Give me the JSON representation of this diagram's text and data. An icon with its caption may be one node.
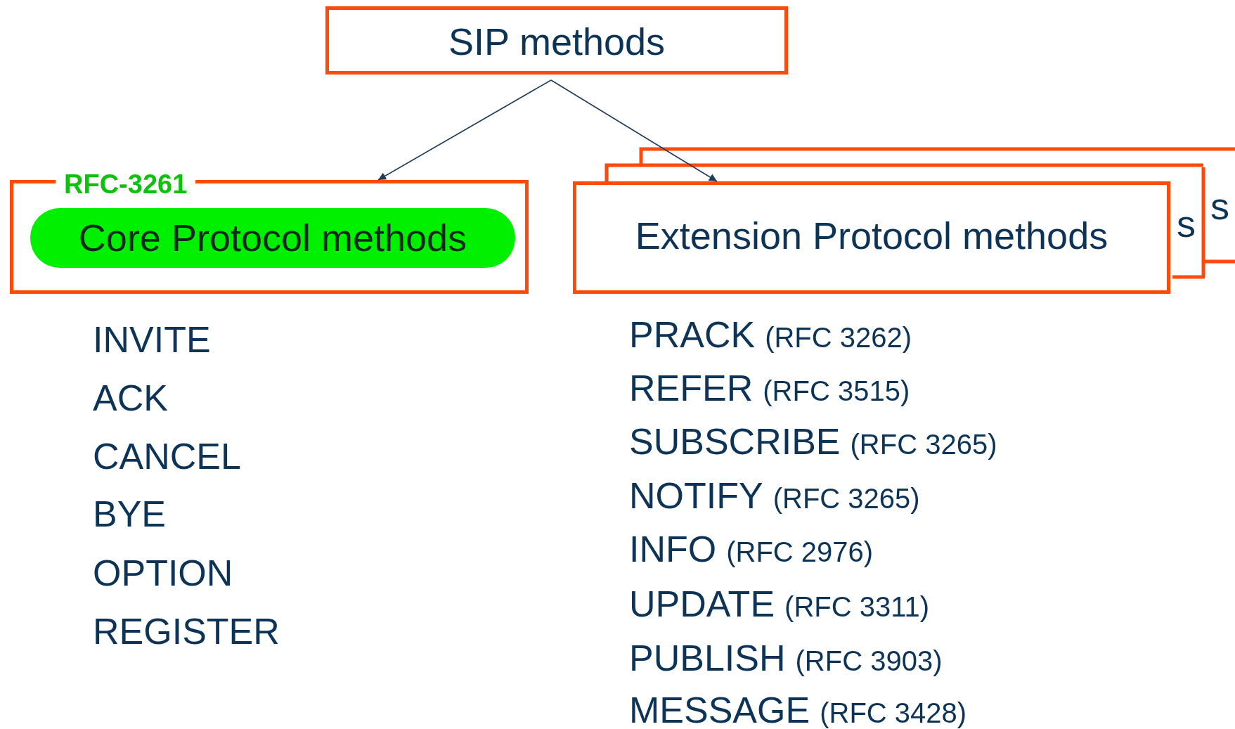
{
  "diagram": {
    "nodes": [
      {
        "text": [
          "SIP methods"
        ]
      },
      {
        "text": [
          "RFC-3261"
        ]
      },
      {
        "text": [
          "Core Protocol methods"
        ],
        "in": 1
      },
      {
        "text": [
          "Extension Protocol methods"
        ]
      }
    ],
    "edges": [
      {
        "from": 0,
        "to": 1,
        "arrow": "to"
      },
      {
        "from": 0,
        "to": 3,
        "arrow": "to"
      }
    ],
    "labels": [
      "s",
      "s",
      "INVITE",
      "ACK",
      "CANCEL",
      "BYE",
      "OPTION",
      "REGISTER",
      "PRACK",
      "(RFC 3262)",
      "REFER",
      "(RFC 3515)",
      "SUBSCRIBE",
      "(RFC 3265)",
      "NOTIFY",
      "(RFC 3265)",
      "INFO",
      "(RFC 2976)",
      "UPDATE",
      "(RFC 3311)",
      "PUBLISH",
      "(RFC 3903)",
      "MESSAGE",
      "(RFC 3428)"
    ]
  }
}
